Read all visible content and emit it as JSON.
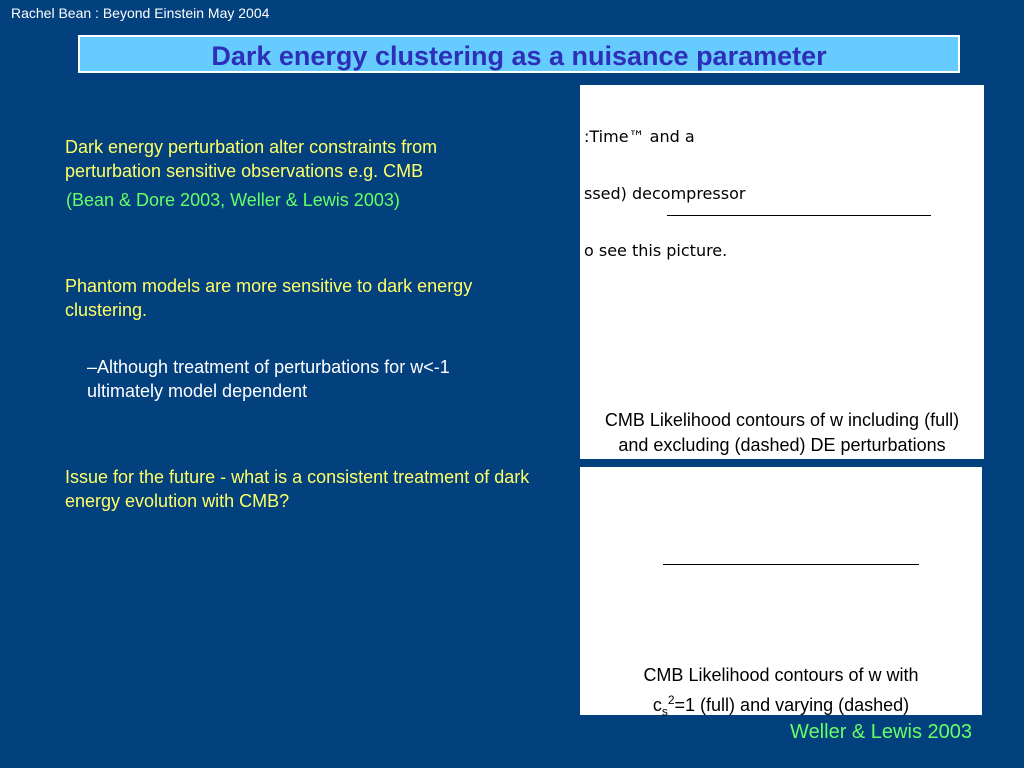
{
  "header": {
    "presenter_line": "Rachel Bean : Beyond Einstein May 2004"
  },
  "title": "Dark energy clustering as a nuisance parameter",
  "bullet_glyph": "",
  "bullets": [
    "Dark energy perturbation alter constraints from perturbation sensitive observations e.g. CMB",
    "Phantom models are more sensitive to dark energy clustering.",
    "Issue for the future - what is a consistent treatment of dark energy evolution with CMB?"
  ],
  "reference": "(Bean & Dore 2003, Weller & Lewis 2003)",
  "sub_point": "–Although treatment of perturbations for w<-1 ultimately model dependent",
  "figures": [
    {
      "placeholder_lines": [
        ":Time™ and a",
        "ssed) decompressor",
        "o see this picture."
      ],
      "caption_line1": "CMB Likelihood contours of w including (full)",
      "caption_line2": "and excluding (dashed) DE perturbations"
    },
    {
      "caption_line1": "CMB Likelihood contours of w with",
      "caption_c": "c",
      "caption_sub": "s",
      "caption_sup": "2",
      "caption_rest": "=1 (full) and varying (dashed)"
    }
  ],
  "citation": "Weller & Lewis 2003",
  "colors": {
    "background": "#02407e",
    "title_box": "#66ccff",
    "title_text": "#2d2fb8",
    "bullet_text": "#ffff66",
    "reference_text": "#66ff66"
  }
}
